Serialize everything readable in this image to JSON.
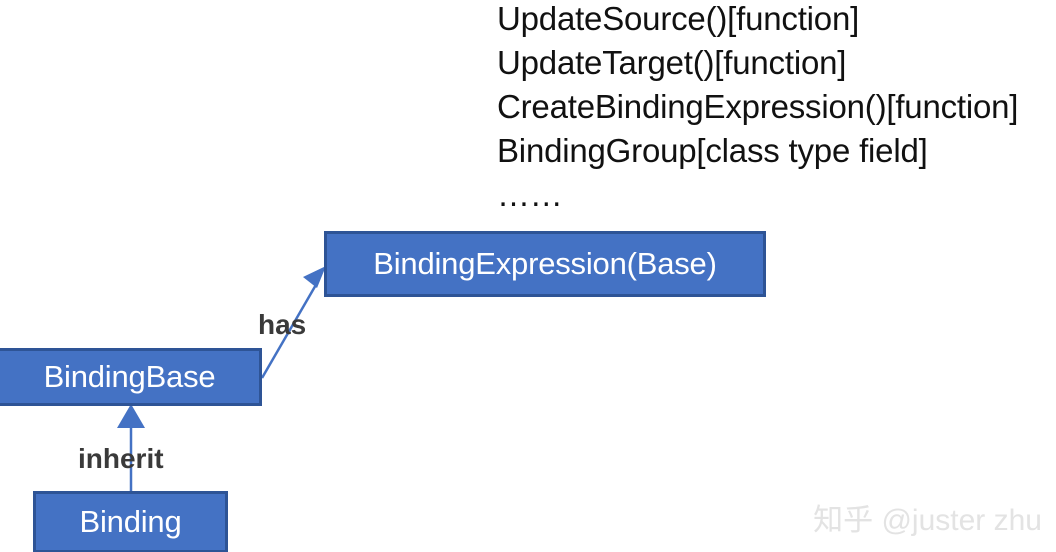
{
  "diagram": {
    "member_list": {
      "lines": [
        "UpdateSource()[function]",
        "UpdateTarget()[function]",
        "CreateBindingExpression()[function]",
        "BindingGroup[class type field]",
        "……"
      ]
    },
    "nodes": [
      {
        "id": "binding-expression-base",
        "label": "BindingExpression(Base)"
      },
      {
        "id": "binding-base",
        "label": "BindingBase"
      },
      {
        "id": "binding",
        "label": "Binding"
      }
    ],
    "edges": [
      {
        "id": "has-edge",
        "label": "has",
        "from": "binding-base",
        "to": "binding-expression-base"
      },
      {
        "id": "inherit-edge",
        "label": "inherit",
        "from": "binding",
        "to": "binding-base"
      }
    ],
    "colors": {
      "node_fill": "#4472C4",
      "node_border": "#2E5496",
      "node_text": "#FFFFFF",
      "edge_line": "#4472C4",
      "label_text": "#3A3A3A",
      "member_text": "#111111",
      "watermark_text": "#E3E3E3",
      "background": "#FFFFFF"
    }
  },
  "watermark": {
    "text": "知乎 @juster zhu"
  }
}
